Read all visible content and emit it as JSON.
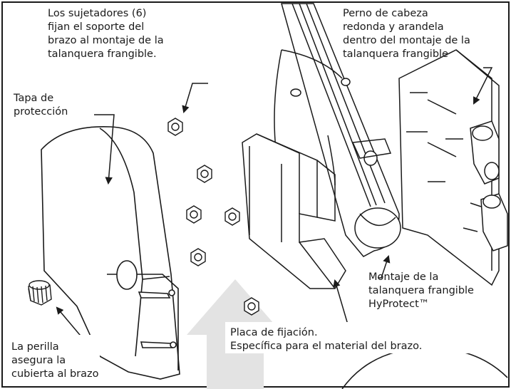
{
  "labels": {
    "fasteners": [
      "Los sujetadores (6)",
      "fijan el soporte del",
      "brazo al montaje de la",
      "talanquera frangible."
    ],
    "carriage_bolt": [
      "Perno de cabeza",
      "redonda y arandela",
      "dentro del montaje de la",
      "talanquera frangible"
    ],
    "cap": [
      "Tapa de",
      "protección"
    ],
    "mount": [
      "Montaje de la",
      "talanquera frangible",
      "HyProtect™"
    ],
    "plate": [
      "Placa de fijación.",
      "Específica para el material del brazo."
    ],
    "knob": [
      "La perilla",
      "asegura la",
      "cubierta al brazo"
    ]
  },
  "colors": {
    "line": "#1a1a1a",
    "watermark_arrow": "#e3e3e3",
    "panel_fill": "#ffffff"
  },
  "icons": {
    "leader_arrow": "arrow-icon",
    "watermark": "up-arrow-icon"
  }
}
